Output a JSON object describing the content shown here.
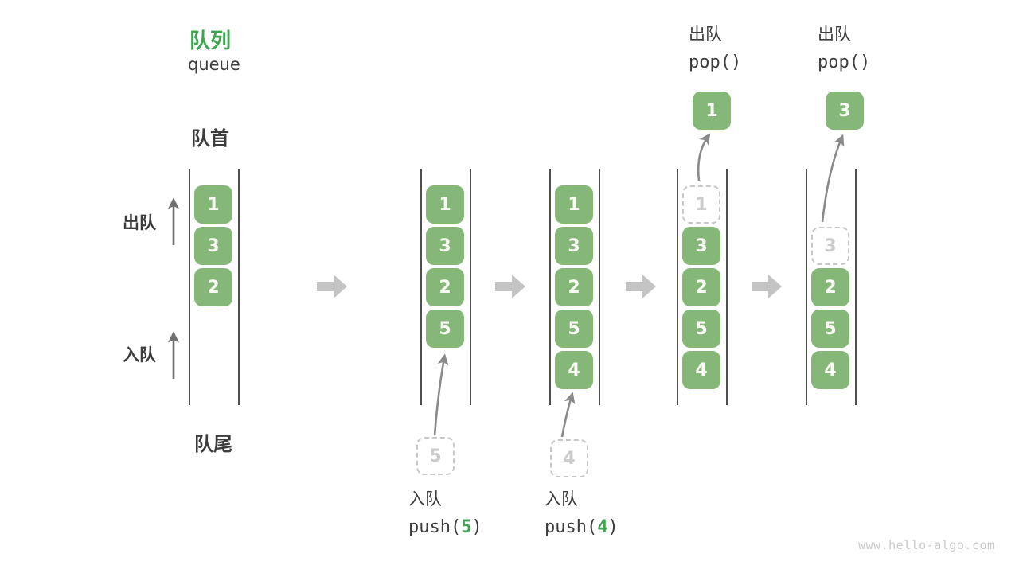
{
  "header": {
    "title_zh": "队列",
    "title_en": "queue"
  },
  "side_labels": {
    "front": "队首",
    "rear": "队尾",
    "dequeue": "出队",
    "enqueue": "入队"
  },
  "watermark": "www.hello-algo.com",
  "colors": {
    "cell_green": "#85b878",
    "accent_green": "#3fa352",
    "text_dark": "#3c3c3c",
    "ghost_border": "#c8c8c8",
    "ghost_text": "#cbcbcb",
    "arrow_gray": "#8a8a8a",
    "arrow_dark": "#6f6f6f",
    "block_arrow": "#c4c4c4",
    "watermark_gray": "#c9c9c9"
  },
  "diagram": {
    "columns": [
      {
        "name": "state-1-initial",
        "cells": [
          {
            "slot": 0,
            "value": "1",
            "variant": "solid"
          },
          {
            "slot": 1,
            "value": "3",
            "variant": "solid"
          },
          {
            "slot": 2,
            "value": "2",
            "variant": "solid"
          }
        ]
      },
      {
        "name": "state-2-after-push-5",
        "cells": [
          {
            "slot": 0,
            "value": "1",
            "variant": "solid"
          },
          {
            "slot": 1,
            "value": "3",
            "variant": "solid"
          },
          {
            "slot": 2,
            "value": "2",
            "variant": "solid"
          },
          {
            "slot": 3,
            "value": "5",
            "variant": "solid"
          }
        ],
        "incoming": {
          "value": "5"
        },
        "op": {
          "action": "入队",
          "fn_open": "push(",
          "arg": "5",
          "fn_close": ")"
        }
      },
      {
        "name": "state-3-after-push-4",
        "cells": [
          {
            "slot": 0,
            "value": "1",
            "variant": "solid"
          },
          {
            "slot": 1,
            "value": "3",
            "variant": "solid"
          },
          {
            "slot": 2,
            "value": "2",
            "variant": "solid"
          },
          {
            "slot": 3,
            "value": "5",
            "variant": "solid"
          },
          {
            "slot": 4,
            "value": "4",
            "variant": "solid"
          }
        ],
        "incoming": {
          "value": "4"
        },
        "op": {
          "action": "入队",
          "fn_open": "push(",
          "arg": "4",
          "fn_close": ")"
        }
      },
      {
        "name": "state-4-after-pop-1",
        "cells": [
          {
            "slot": 0,
            "value": "1",
            "variant": "ghost"
          },
          {
            "slot": 1,
            "value": "3",
            "variant": "solid"
          },
          {
            "slot": 2,
            "value": "2",
            "variant": "solid"
          },
          {
            "slot": 3,
            "value": "5",
            "variant": "solid"
          },
          {
            "slot": 4,
            "value": "4",
            "variant": "solid"
          }
        ],
        "outgoing": {
          "value": "1"
        },
        "op": {
          "action": "出队",
          "fn_open": "pop(",
          "arg": "",
          "fn_close": ")"
        }
      },
      {
        "name": "state-5-after-pop-3",
        "cells": [
          {
            "slot": 1,
            "value": "3",
            "variant": "ghost"
          },
          {
            "slot": 2,
            "value": "2",
            "variant": "solid"
          },
          {
            "slot": 3,
            "value": "5",
            "variant": "solid"
          },
          {
            "slot": 4,
            "value": "4",
            "variant": "solid"
          }
        ],
        "outgoing": {
          "value": "3"
        },
        "op": {
          "action": "出队",
          "fn_open": "pop(",
          "arg": "",
          "fn_close": ")"
        }
      }
    ]
  }
}
